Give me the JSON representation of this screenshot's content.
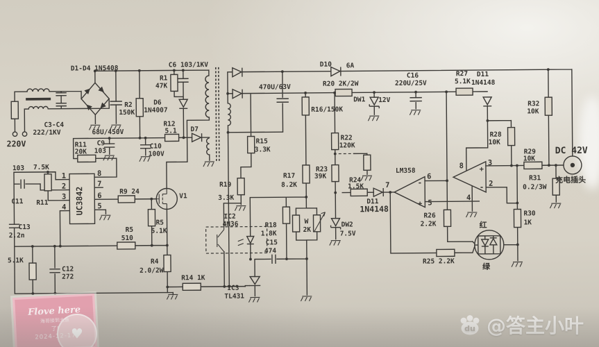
{
  "photo": {
    "paper_hex": "#d8d3c7",
    "ink_hex": "#3a3835",
    "stamp_pink_hex": "#e2a0ae"
  },
  "schematic": {
    "labels": {
      "d1d4": "D1-D4 1N5408",
      "c3c4": "C3-C4",
      "c3c4v": "222/1KV",
      "ac": "220V",
      "r2": "R2",
      "r2v": "150K",
      "bulk": "68U/450V",
      "c6": "C6 103/1KV",
      "r1": "R1",
      "r1v": "47K",
      "d6": "D6",
      "d6v": "1N4007",
      "r12": "R12",
      "r12v": "5.1",
      "d7": "D7",
      "r11a": "R11",
      "r11av": "20K",
      "c9": "C9",
      "c9v": "103",
      "c10": "C10",
      "c10v": "100V",
      "c103": "103",
      "r75": "7.5K",
      "c11": "C11",
      "r11b": "R11",
      "ic1": "UC3842",
      "p1": "1",
      "p2": "2",
      "p3": "3",
      "p4": "4",
      "p5": "5",
      "p6": "6",
      "p7": "7",
      "p8": "8",
      "r9": "R9 24",
      "r5a": "R5",
      "r5av": "510",
      "c13": "C13",
      "c13v": "2.2n",
      "r51": "5.1K",
      "c12": "C12",
      "c12v": "272",
      "v1": "V1",
      "r5b": "R5",
      "r5bv": "5.1K",
      "r4": "R4",
      "r4v": "2.0/2W",
      "r14": "R14 1K",
      "r19": "R19",
      "r19v": "3.3K",
      "ic2": "IC2",
      "ic2v": "4N36",
      "ic3": "IC3",
      "ic3v": "TL431",
      "r18": "R18",
      "r18v": "1.8K",
      "c15": "C15",
      "c15v": "474",
      "r17": "R17",
      "r17v": "8.2K",
      "w": "W",
      "wv": "2K",
      "r23": "R23",
      "r23v": "39K",
      "r22": "R22",
      "r22v": "120K",
      "r24": "R24",
      "r24v": "1.5K",
      "d11a": "D11",
      "d11av": "1N4148",
      "op7": "7",
      "lm358": "LM358",
      "op6": "6",
      "op5": "5",
      "op8": "8",
      "op3": "3",
      "op2": "2",
      "op4": "4",
      "minus1": "-",
      "plus1": "+",
      "plus2": "+",
      "minus2": "-",
      "r26": "R26",
      "r26v": "2.2K",
      "r25": "R25 2.2K",
      "red": "红",
      "green": "绿",
      "dw2": "DW2",
      "dw2v": "7.5V",
      "d10": "D10",
      "d10v": "6A",
      "r20": "R20 2K/2W",
      "dw1": "DW1",
      "dw1v": "12V",
      "c16": "C16",
      "c16v": "220U/25V",
      "r16": "R16/150K",
      "e470": "470U/63V",
      "r15": "R15",
      "r15v": "3.3K",
      "r27": "R27",
      "r27v": "5.1K",
      "d11b": "D11",
      "d11bv": "1N4148",
      "r32": "R32",
      "r32v": "10K",
      "r28": "R28",
      "r28v": "10K",
      "r29": "R29",
      "r29v": "10K",
      "dc": "DC 42V",
      "plug": "充电插头",
      "r31": "R31",
      "r31v": "0.2/3W",
      "r30": "R30",
      "r30v": "1K"
    }
  },
  "watermark_stamp": {
    "script_text": "Flove here",
    "line1": "海哥接到大鱼",
    "line2": "了!",
    "date": "2024-12-17",
    "heart": "♥"
  },
  "watermark_credit": {
    "handle": "@答主小叶",
    "icon_text": "du"
  }
}
